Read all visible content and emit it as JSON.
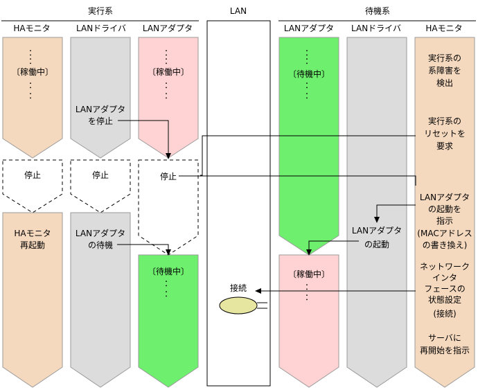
{
  "headers": {
    "active_system": "実行系",
    "lan": "LAN",
    "standby_system": "待機系"
  },
  "columns": {
    "a_ha_monitor": "HAモニタ",
    "a_lan_driver": "LANドライバ",
    "a_lan_adapter": "LANアダプタ",
    "s_lan_adapter": "LANアダプタ",
    "s_lan_driver": "LANドライバ",
    "s_ha_monitor": "HAモニタ"
  },
  "states": {
    "running": "〔稼働中〕",
    "standby": "〔待機中〕",
    "stop": "停止",
    "dots": "："
  },
  "labels": {
    "lan_adapter_stop": [
      "LANアダプタ",
      "を停止"
    ],
    "ha_monitor_restart": [
      "HAモニタ",
      "再起動"
    ],
    "lan_adapter_wait": [
      "LANアダプタ",
      "の待機"
    ],
    "connect": "接続",
    "lan_adapter_start": [
      "LANアダプタ",
      "の起動"
    ]
  },
  "standby_steps": {
    "detect_failure": [
      "実行系の",
      "系障害を",
      "検出"
    ],
    "request_reset": [
      "実行系の",
      "リセットを",
      "要求"
    ],
    "instruct_start": [
      "LANアダプタ",
      "の起動を",
      "指示"
    ],
    "mac_rewrite": [
      "(MACアドレス",
      "の書き換え)"
    ],
    "interface_setting": [
      "ネットワーク",
      "インタ",
      "フェースの",
      "状態設定",
      "(接続)"
    ],
    "server_restart": [
      "サーバに",
      "再開始を指示"
    ]
  },
  "colors": {
    "peach": "#f5d9bf",
    "gray": "#dcdcdc",
    "pink": "#ffd3d3",
    "green": "#6ef06e",
    "connector": "#e6e6a0"
  }
}
